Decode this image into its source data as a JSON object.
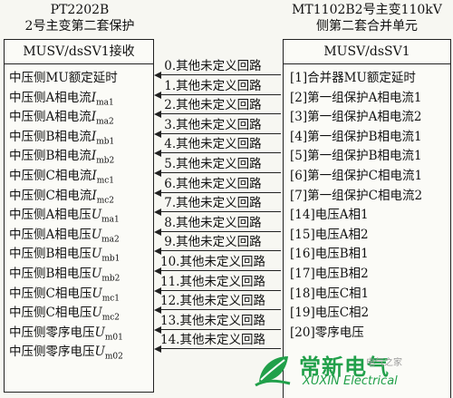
{
  "left": {
    "title_line1": "PT2202B",
    "title_line2": "2号主变第二套保护",
    "header": "MUSV/dsSV1接收",
    "items": [
      {
        "text": "中压侧MU额定延时",
        "sym": "",
        "sub": ""
      },
      {
        "text": "中压侧A相电流",
        "sym": "I",
        "sub": "ma1"
      },
      {
        "text": "中压侧A相电流",
        "sym": "I",
        "sub": "ma2"
      },
      {
        "text": "中压侧B相电流",
        "sym": "I",
        "sub": "mb1"
      },
      {
        "text": "中压侧B相电流",
        "sym": "I",
        "sub": "mb2"
      },
      {
        "text": "中压侧C相电流",
        "sym": "I",
        "sub": "mc1"
      },
      {
        "text": "中压侧C相电流",
        "sym": "I",
        "sub": "mc2"
      },
      {
        "text": "中压侧A相电压",
        "sym": "U",
        "sub": "ma1"
      },
      {
        "text": "中压侧A相电压",
        "sym": "U",
        "sub": "ma2"
      },
      {
        "text": "中压侧B相电压",
        "sym": "U",
        "sub": "mb1"
      },
      {
        "text": "中压侧B相电压",
        "sym": "U",
        "sub": "mb2"
      },
      {
        "text": "中压侧C相电压",
        "sym": "U",
        "sub": "mc1"
      },
      {
        "text": "中压侧C相电压",
        "sym": "U",
        "sub": "mc2"
      },
      {
        "text": "中压侧零序电压",
        "sym": "U",
        "sub": "m01"
      },
      {
        "text": "中压侧零序电压",
        "sym": "U",
        "sub": "m02"
      }
    ]
  },
  "right": {
    "title_line1": "MT1102B2号主变110kV",
    "title_line2": "侧第二套合并单元",
    "header": "MUSV/dsSV1",
    "items": [
      "[1]合并器MU额定延时",
      "[2]第一组保护A相电流1",
      "[3]第一组保护A相电流2",
      "[4]第一组保护B相电流1",
      "[5]第一组保护B相电流1",
      "[6]第一组保护C相电流1",
      "[7]第一组保护C相电流2",
      "[14]电压A相1",
      "[15]电压A相2",
      "[16]电压B相1",
      "[17]电压B相2",
      "[18]电压C相1",
      "[19]电压C相2",
      "[20]零序电压",
      ""
    ]
  },
  "connections": [
    "0.其他未定义回路",
    "1.其他未定义回路",
    "2.其他未定义回路",
    "3.其他未定义回路",
    "4.其他未定义回路",
    "5.其他未定义回路",
    "6.其他未定义回路",
    "7.其他未定义回路",
    "8.其他未定义回路",
    "9.其他未定义回路",
    "10.其他未定义回路",
    "11.其他未定义回路",
    "12.其他未定义回路",
    "13.其他未定义回路",
    "14.其他未定义回路"
  ],
  "watermark": {
    "cn": "常新电气",
    "en": "XUXIN Electrical",
    "small": "电气之家"
  },
  "colors": {
    "watermark": "#21a04a",
    "line": "#222222"
  }
}
